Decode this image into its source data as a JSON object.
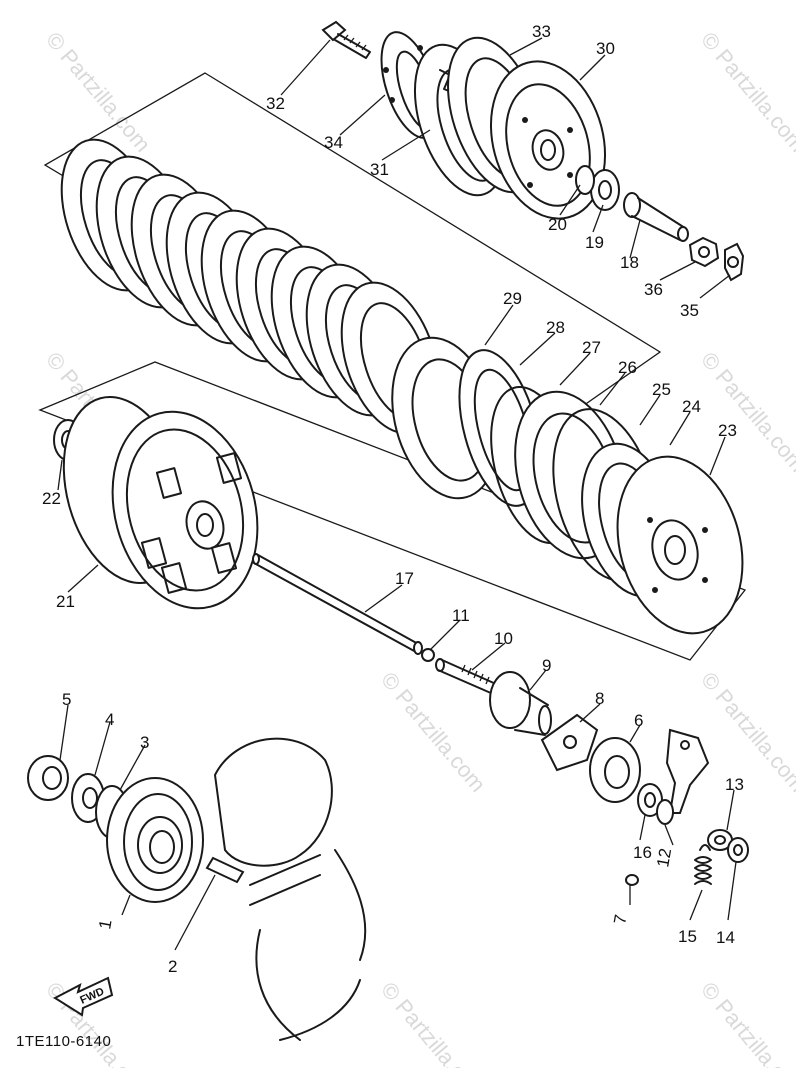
{
  "diagram": {
    "part_code": "1TE110-6140",
    "fwd_label": "FWD",
    "watermark": "© Partzilla.com",
    "callouts": [
      "1",
      "2",
      "3",
      "4",
      "5",
      "6",
      "7",
      "8",
      "9",
      "10",
      "11",
      "12",
      "13",
      "14",
      "15",
      "16",
      "17",
      "18",
      "19",
      "20",
      "21",
      "22",
      "23",
      "24",
      "25",
      "26",
      "27",
      "28",
      "29",
      "30",
      "31",
      "32",
      "33",
      "34",
      "35",
      "36"
    ]
  }
}
